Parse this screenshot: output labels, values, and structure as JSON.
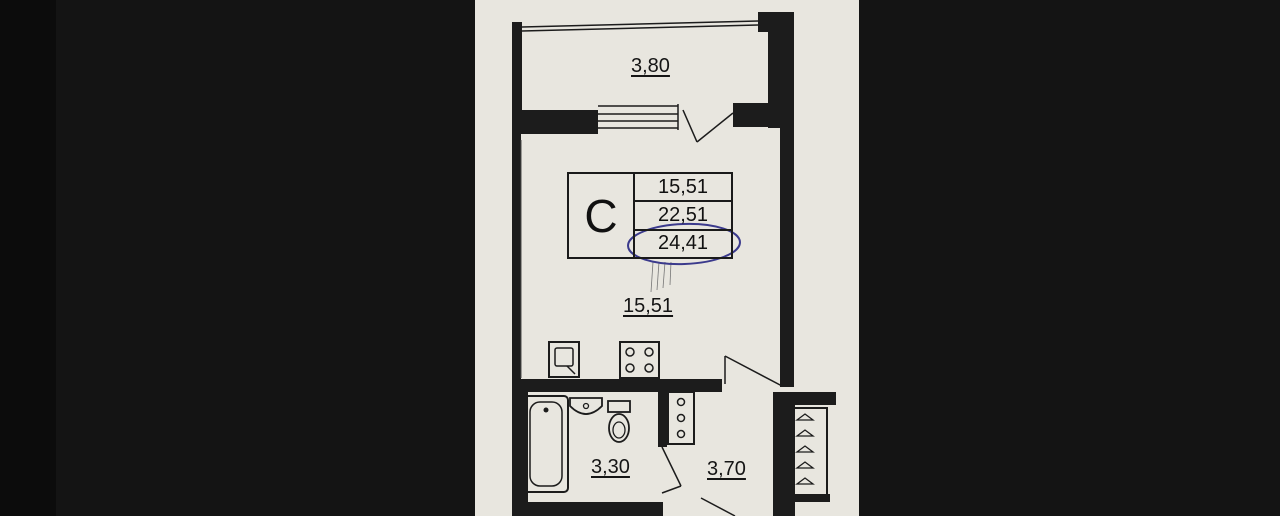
{
  "plan": {
    "rooms": {
      "balcony_area": "3,80",
      "main_room_area": "15,51",
      "bathroom_area": "3,30",
      "hallway_area": "3,70"
    },
    "summary_table": {
      "apartment_type": "С",
      "living_area": "15,51",
      "total_area": "22,51",
      "total_area_with_balcony": "24,41"
    }
  },
  "colors": {
    "background": "#141414",
    "paper": "#e8e6df",
    "wall": "#1c1c1c",
    "highlight_ellipse": "#3b3a8c"
  }
}
